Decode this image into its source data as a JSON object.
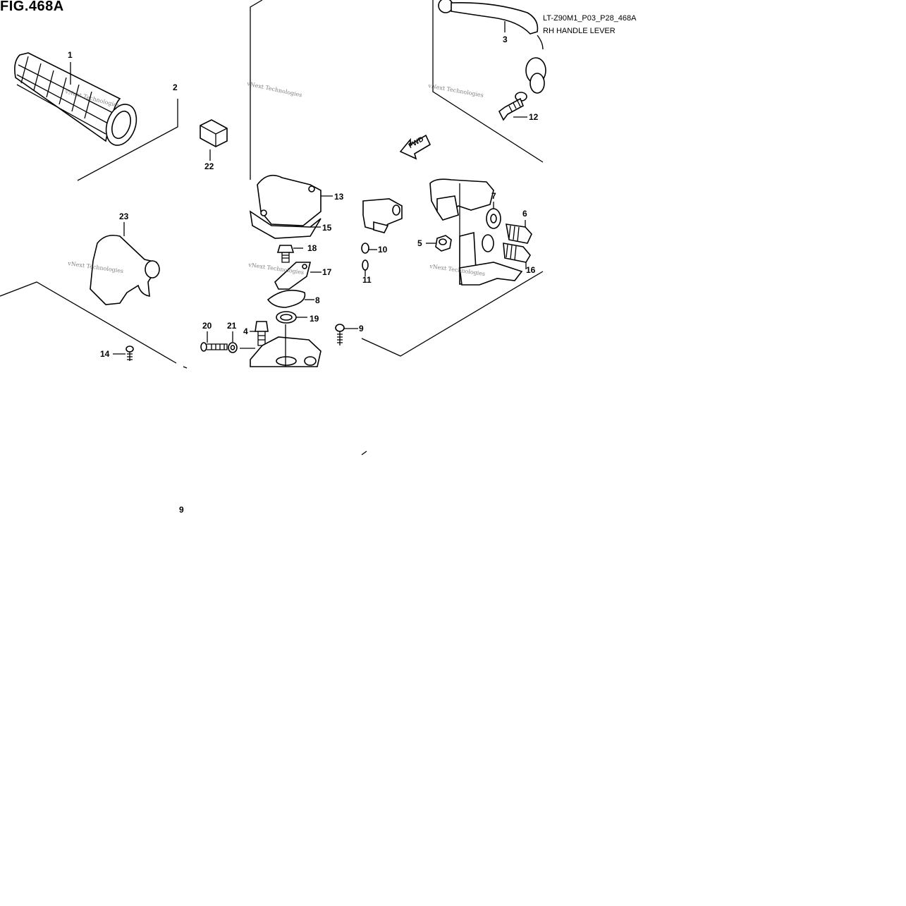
{
  "figure": {
    "title": "FIG.468A",
    "code": "LT-Z90M1_P03_P28_468A",
    "section": "RH HANDLE LEVER",
    "direction_label": "FWD",
    "watermark": "vNext Technologies"
  },
  "callouts": [
    {
      "id": "c1",
      "label": "1"
    },
    {
      "id": "c2",
      "label": "2"
    },
    {
      "id": "c3",
      "label": "3"
    },
    {
      "id": "c4",
      "label": "4"
    },
    {
      "id": "c5",
      "label": "5"
    },
    {
      "id": "c6",
      "label": "6"
    },
    {
      "id": "c7",
      "label": "7"
    },
    {
      "id": "c8",
      "label": "8"
    },
    {
      "id": "c9",
      "label": "9"
    },
    {
      "id": "c10",
      "label": "10"
    },
    {
      "id": "c11",
      "label": "11"
    },
    {
      "id": "c12",
      "label": "12"
    },
    {
      "id": "c13",
      "label": "13"
    },
    {
      "id": "c14",
      "label": "14"
    },
    {
      "id": "c15",
      "label": "15"
    },
    {
      "id": "c16",
      "label": "16"
    },
    {
      "id": "c17",
      "label": "17"
    },
    {
      "id": "c18",
      "label": "18"
    },
    {
      "id": "c19",
      "label": "19"
    },
    {
      "id": "c20",
      "label": "20"
    },
    {
      "id": "c21",
      "label": "21"
    },
    {
      "id": "c22",
      "label": "22"
    },
    {
      "id": "c23",
      "label": "23"
    },
    {
      "id": "c9b",
      "label": "9"
    }
  ],
  "icons": {
    "fwd_arrow": "fwd-arrow-icon"
  }
}
